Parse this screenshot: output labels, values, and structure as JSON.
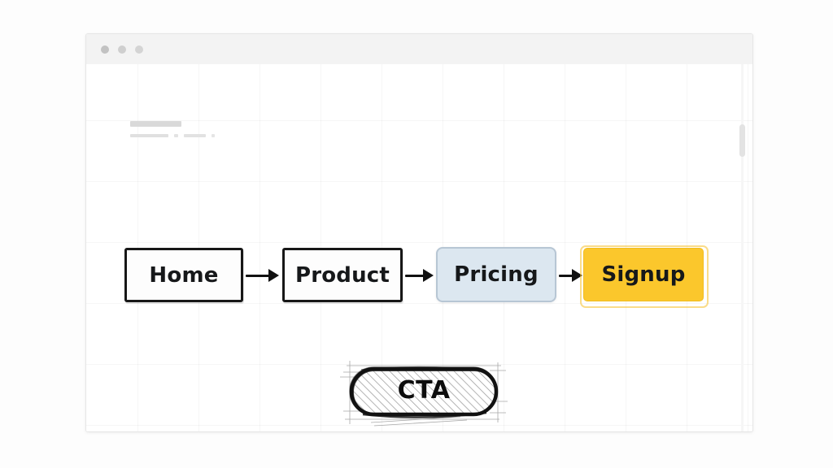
{
  "canvas": {
    "background": "#fdfdfd",
    "grid_spacing": 75,
    "grid_color": "#f0f0f0"
  },
  "window": {
    "traffic_lights": [
      {
        "name": "close-dot",
        "color": "#c2c2c2"
      },
      {
        "name": "minimize-dot",
        "color": "#cfcfcf"
      },
      {
        "name": "maximize-dot",
        "color": "#d4d4d4"
      }
    ],
    "titlebar_color": "#f3f3f3",
    "scrollbar": {
      "thumb_color": "#e3e3e3"
    }
  },
  "placeholder": {
    "line1": "",
    "line2": "",
    "line3": "",
    "line4": "",
    "line5": ""
  },
  "flow": {
    "nodes": [
      {
        "id": "home",
        "label": "Home",
        "style": "sketch-outline",
        "fill": "#fdfdfd",
        "stroke": "#171717"
      },
      {
        "id": "product",
        "label": "Product",
        "style": "sketch-outline",
        "fill": "#fdfdfd",
        "stroke": "#171717"
      },
      {
        "id": "pricing",
        "label": "Pricing",
        "style": "filled-rounded",
        "fill": "#dce7f0",
        "stroke": "#b7c6d4"
      },
      {
        "id": "signup",
        "label": "Signup",
        "style": "filled-accent",
        "fill": "#fbc72c",
        "stroke": "#f0bc20"
      }
    ],
    "arrows": [
      {
        "from": "home",
        "to": "product",
        "name": "arrow-home-to-product"
      },
      {
        "from": "product",
        "to": "pricing",
        "name": "arrow-product-to-pricing"
      },
      {
        "from": "pricing",
        "to": "signup",
        "name": "arrow-pricing-to-signup"
      }
    ],
    "arrow_color": "#111111"
  },
  "cta": {
    "label": "CTA",
    "shape": "pill",
    "fill": "hatched",
    "stroke": "#111111",
    "has_construction_lines": true
  }
}
